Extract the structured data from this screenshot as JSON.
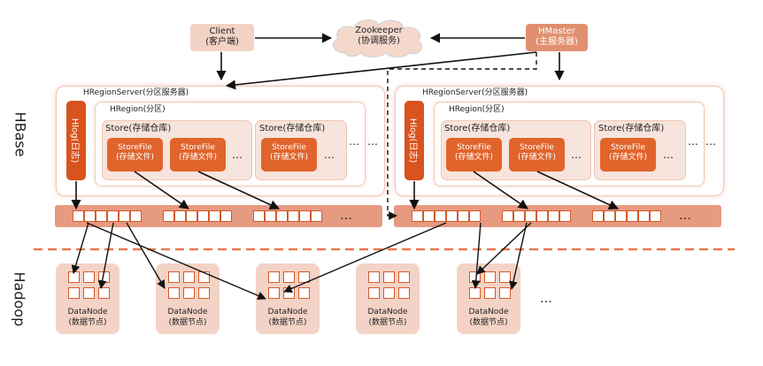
{
  "top": {
    "client": {
      "line1": "Client",
      "line2": "(客户端)"
    },
    "zookeeper": {
      "line1": "Zookeeper",
      "line2": "(协调服务)"
    },
    "hmaster": {
      "line1": "HMaster",
      "line2": "(主服务器)"
    }
  },
  "side_labels": {
    "hbase": "HBase",
    "hadoop": "Hadoop"
  },
  "region_servers": [
    {
      "title": "HRegionServer(分区服务器)",
      "hlog": "Hlog(日志)",
      "region_title": "HRegion(分区)",
      "stores": [
        {
          "title": "Store(存储仓库)",
          "files": [
            {
              "line1": "StoreFile",
              "line2": "(存储文件)"
            },
            {
              "line1": "StoreFile",
              "line2": "(存储文件)"
            }
          ],
          "ellipsis": "…"
        },
        {
          "title": "Store(存储仓库)",
          "files": [
            {
              "line1": "StoreFile",
              "line2": "(存储文件)"
            }
          ],
          "ellipsis": "…"
        }
      ],
      "region_ellipsis": "…",
      "outer_ellipsis": "…",
      "bar_ellipsis": "…"
    },
    {
      "title": "HRegionServer(分区服务器)",
      "hlog": "Hlog(日志)",
      "region_title": "HRegion(分区)",
      "stores": [
        {
          "title": "Store(存储仓库)",
          "files": [
            {
              "line1": "StoreFile",
              "line2": "(存储文件)"
            },
            {
              "line1": "StoreFile",
              "line2": "(存储文件)"
            }
          ],
          "ellipsis": "…"
        },
        {
          "title": "Store(存储仓库)",
          "files": [
            {
              "line1": "StoreFile",
              "line2": "(存储文件)"
            }
          ],
          "ellipsis": "…"
        }
      ],
      "region_ellipsis": "…",
      "outer_ellipsis": "…",
      "bar_ellipsis": "…"
    }
  ],
  "datanodes": [
    {
      "line1": "DataNode",
      "line2": "(数据节点)"
    },
    {
      "line1": "DataNode",
      "line2": "(数据节点)"
    },
    {
      "line1": "DataNode",
      "line2": "(数据节点)"
    },
    {
      "line1": "DataNode",
      "line2": "(数据节点)"
    },
    {
      "line1": "DataNode",
      "line2": "(数据节点)"
    }
  ],
  "datanode_ellipsis": "…",
  "colors": {
    "accent": "#e0642b",
    "hlog": "#d9531e",
    "bar": "#e69a80",
    "box_fill": "#f3d3c6",
    "dashed": "#e8794a"
  }
}
